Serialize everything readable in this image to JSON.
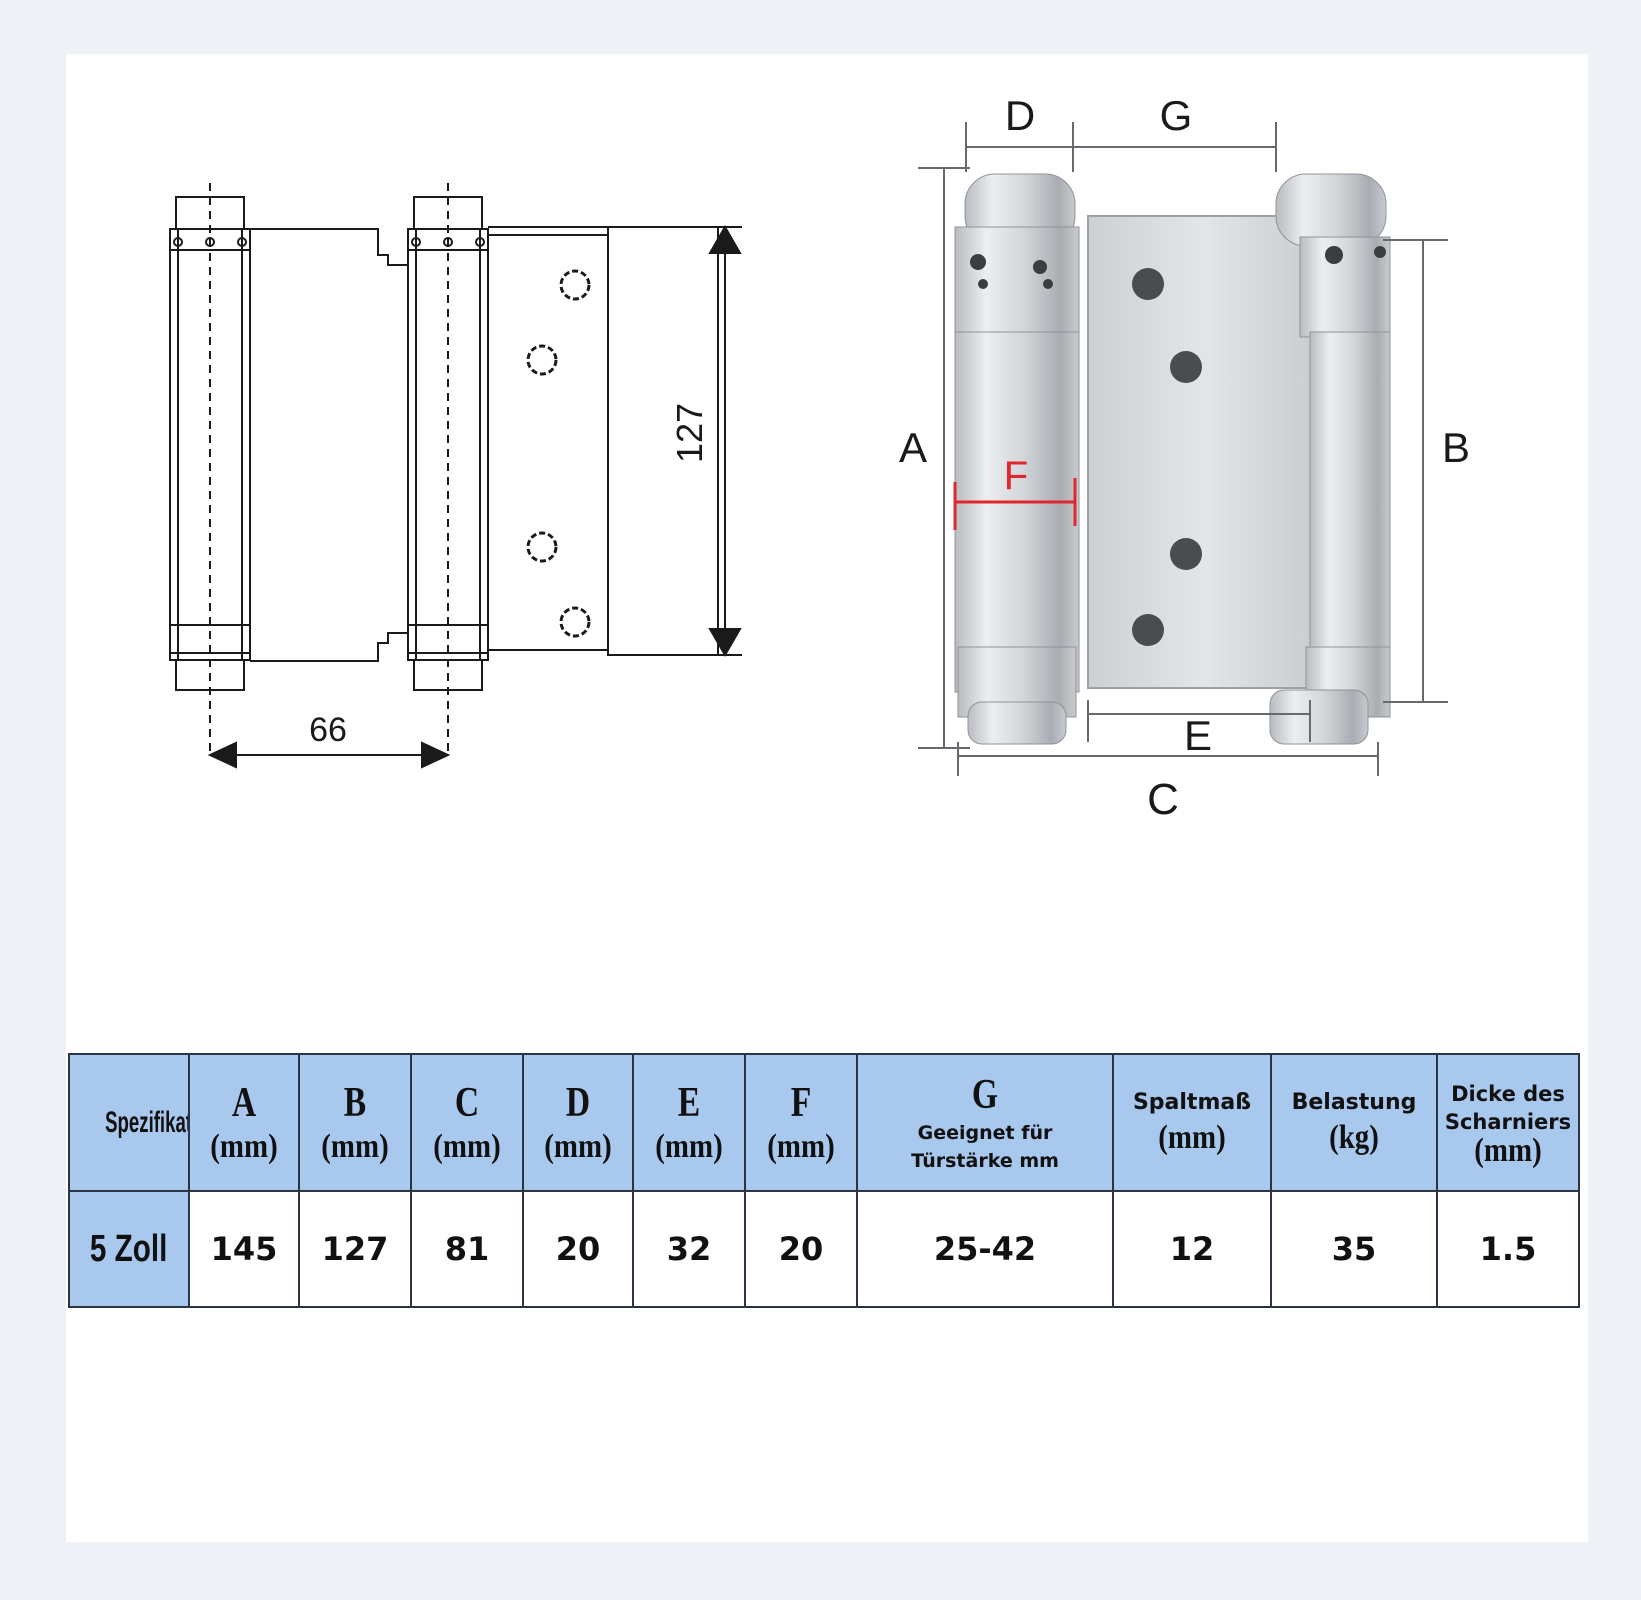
{
  "drawing": {
    "height_dim": "127",
    "width_dim": "66"
  },
  "photo": {
    "labels": {
      "A": "A",
      "B": "B",
      "C": "C",
      "D": "D",
      "E": "E",
      "F": "F",
      "G": "G"
    },
    "f_color": "#e0262e"
  },
  "table": {
    "header": {
      "spec": "Spezifikation",
      "A": {
        "letter": "A",
        "unit": "(mm)"
      },
      "B": {
        "letter": "B",
        "unit": "(mm)"
      },
      "C": {
        "letter": "C",
        "unit": "(mm)"
      },
      "D": {
        "letter": "D",
        "unit": "(mm)"
      },
      "E": {
        "letter": "E",
        "unit": "(mm)"
      },
      "F": {
        "letter": "F",
        "unit": "(mm)"
      },
      "G": {
        "letter": "G",
        "line1": "Geeignet für",
        "line2": "Türstärke mm"
      },
      "gap": {
        "title": "Spaltmaß",
        "unit": "(mm)"
      },
      "load": {
        "title": "Belastung",
        "unit": "(kg)"
      },
      "thick": {
        "line1": "Dicke des",
        "line2": "Scharniers",
        "unit": "(mm)"
      }
    },
    "row": {
      "label": "5 Zoll",
      "A": "145",
      "B": "127",
      "C": "81",
      "D": "20",
      "E": "32",
      "F": "20",
      "G": "25-42",
      "gap": "12",
      "load": "35",
      "thick": "1.5"
    },
    "header_bg": "#a9c8ee"
  }
}
